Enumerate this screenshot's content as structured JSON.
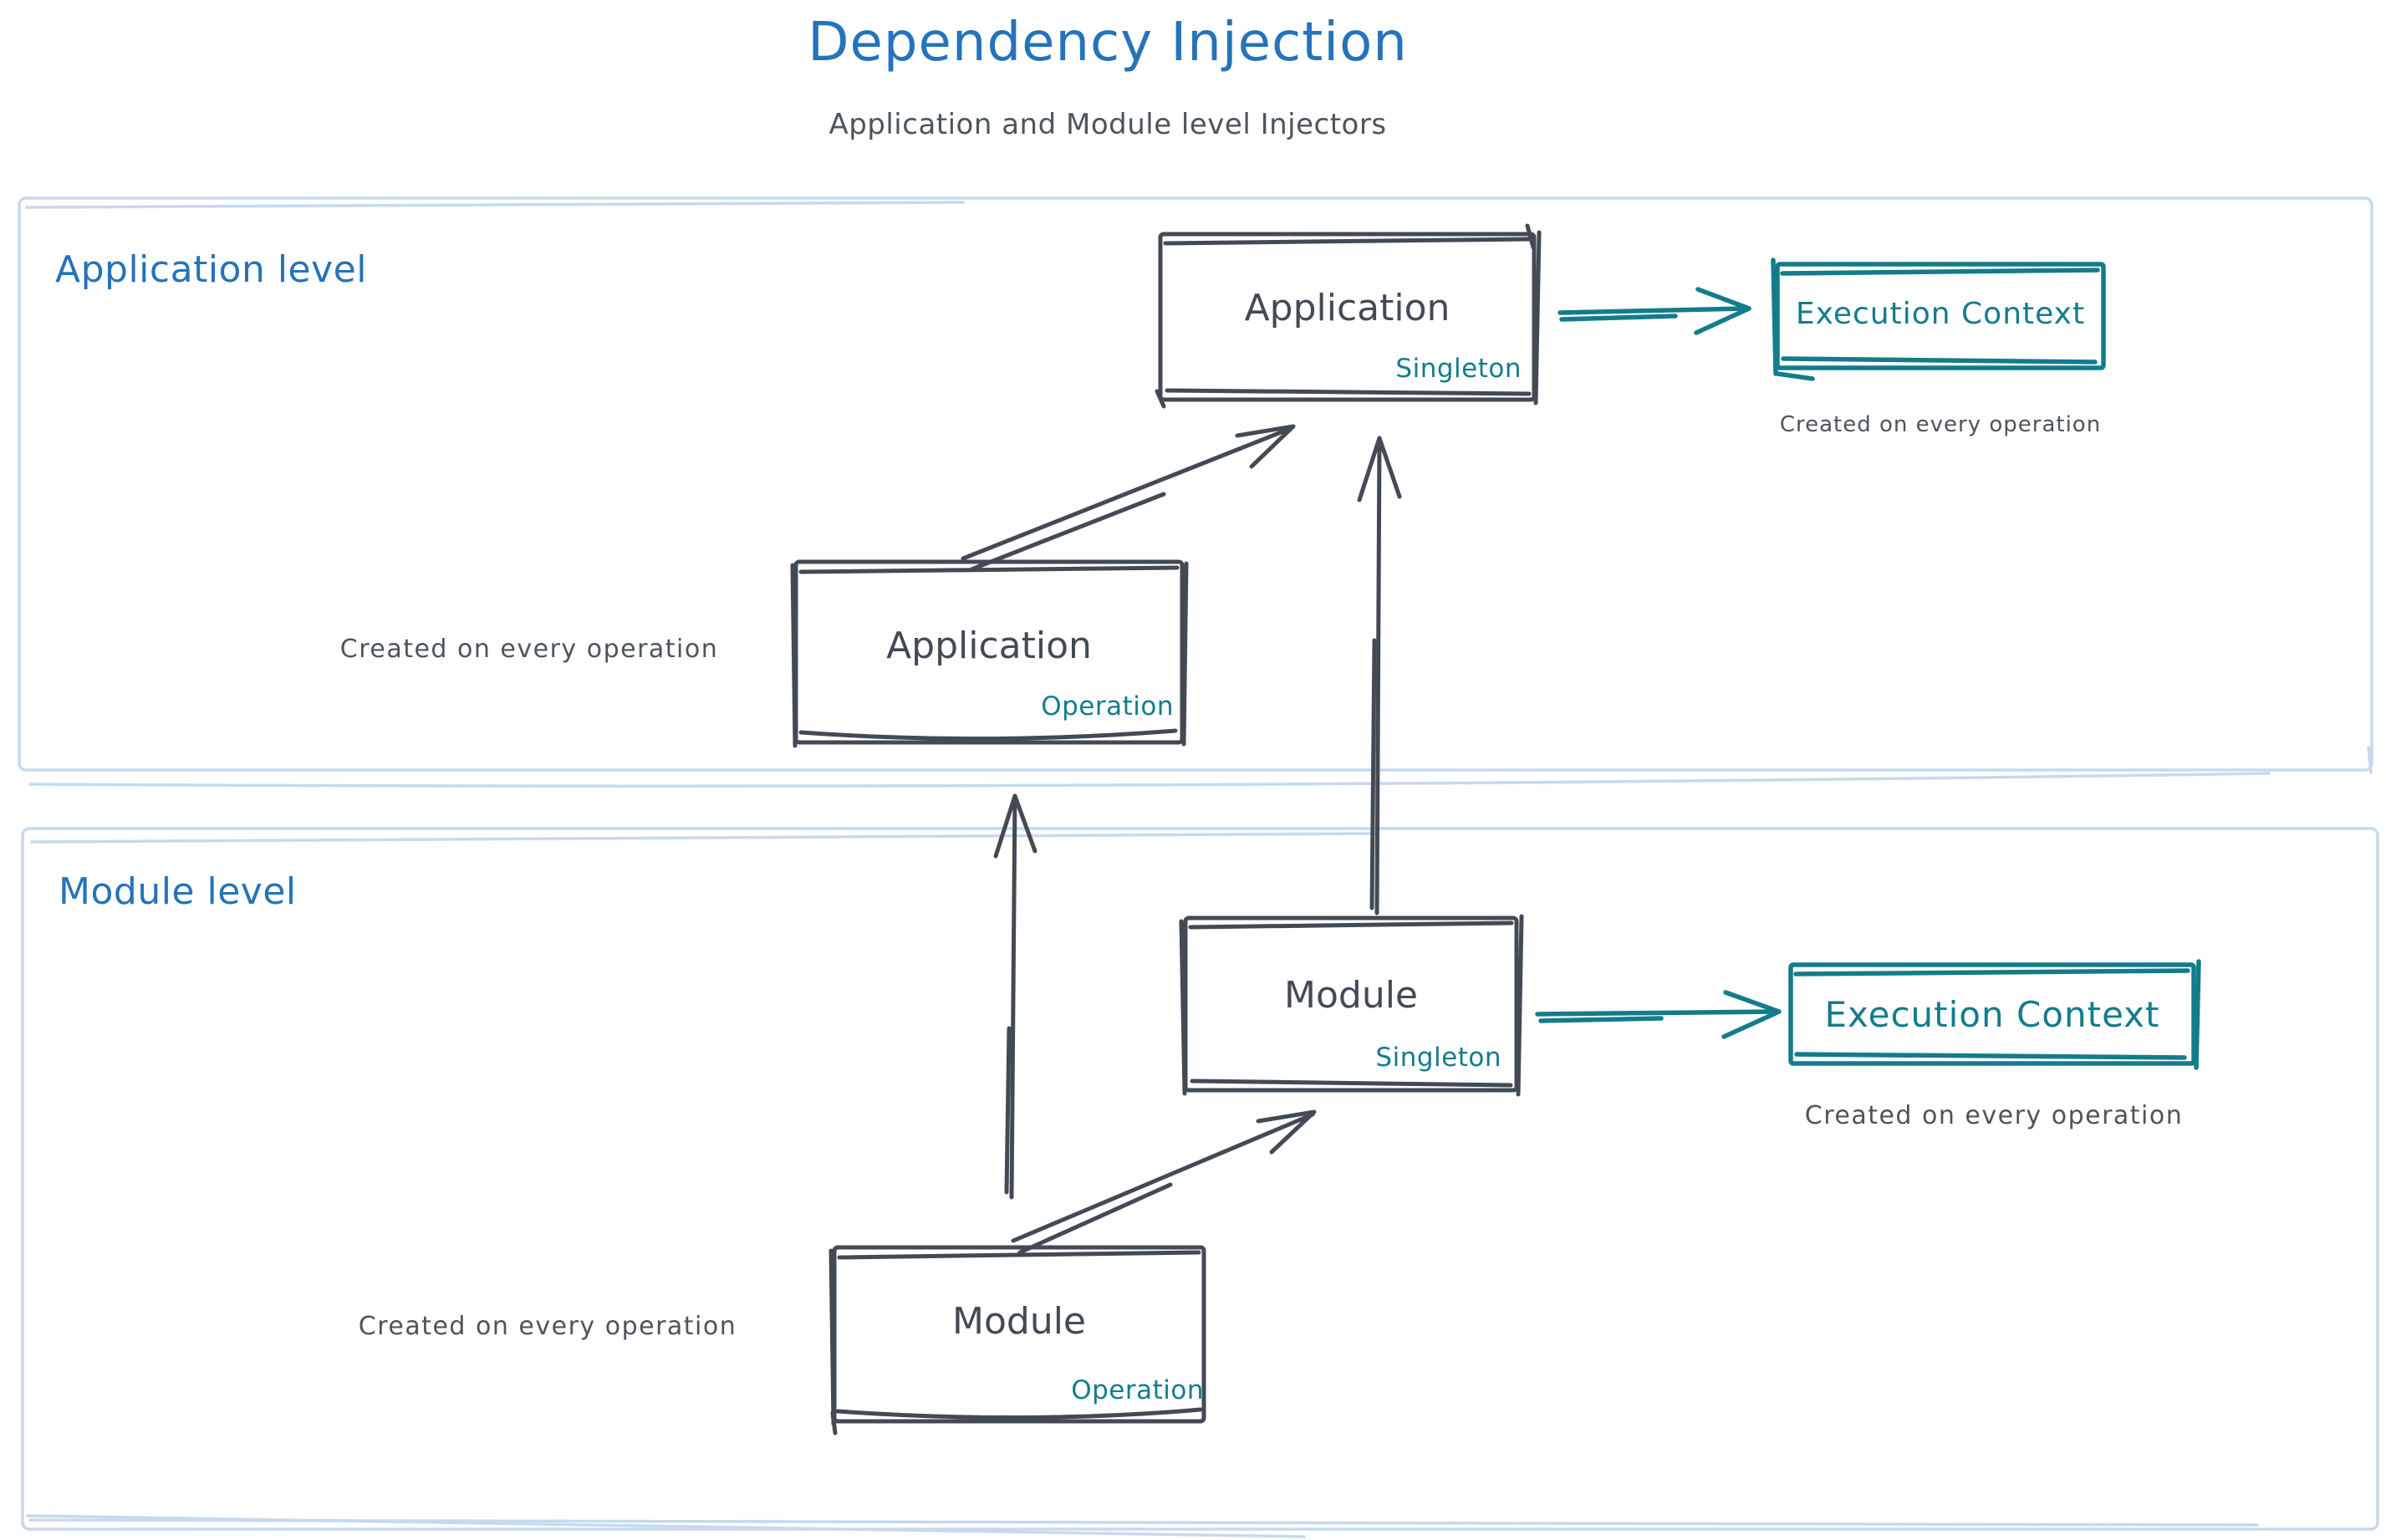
{
  "title": "Dependency Injection",
  "subtitle": "Application and Module level Injectors",
  "colors": {
    "title_blue": "#2573ba",
    "stroke_dark": "#434a54",
    "accent_teal": "#137c8b",
    "text_gray": "#4d545c",
    "section_border_blue": "#c7d9ec",
    "background": "#ffffff"
  },
  "sections": {
    "application": {
      "label": "Application level"
    },
    "module": {
      "label": "Module level"
    }
  },
  "nodes": {
    "app_singleton": {
      "name": "Application",
      "scope": "Singleton"
    },
    "app_operation": {
      "name": "Application",
      "scope": "Operation",
      "caption": "Created on every operation"
    },
    "app_execution_context": {
      "label": "Execution Context",
      "caption": "Created on every operation"
    },
    "module_singleton": {
      "name": "Module",
      "scope": "Singleton"
    },
    "module_operation": {
      "name": "Module",
      "scope": "Operation",
      "caption": "Created on every operation"
    },
    "module_execution_context": {
      "label": "Execution Context",
      "caption": "Created on every operation"
    }
  },
  "edges": [
    {
      "from": "app_operation",
      "to": "app_singleton"
    },
    {
      "from": "module_singleton",
      "to": "app_singleton"
    },
    {
      "from": "module_operation",
      "to": "app_operation"
    },
    {
      "from": "module_operation",
      "to": "module_singleton"
    },
    {
      "from": "app_singleton",
      "to": "app_execution_context"
    },
    {
      "from": "module_singleton",
      "to": "module_execution_context"
    }
  ]
}
